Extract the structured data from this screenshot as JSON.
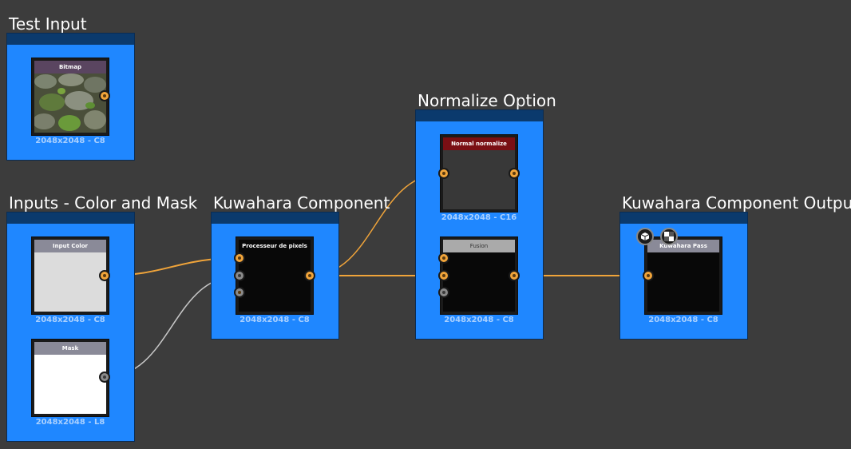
{
  "colors": {
    "background": "#3c3c3c",
    "frame": "#1f87ff",
    "frame_header": "#0b3a6d",
    "wire_color": "#f0a43a",
    "wire_gray": "#c8c8c8"
  },
  "frames": {
    "test_input": {
      "title": "Test Input"
    },
    "inputs": {
      "title": "Inputs - Color and Mask"
    },
    "kuwahara": {
      "title": "Kuwahara Component"
    },
    "normalize": {
      "title": "Normalize Option"
    },
    "output": {
      "title": "Kuwahara Component Output"
    }
  },
  "nodes": {
    "bitmap": {
      "title": "Bitmap",
      "info": "2048x2048 - C8"
    },
    "input_color": {
      "title": "Input Color",
      "info": "2048x2048 - C8"
    },
    "mask": {
      "title": "Mask",
      "info": "2048x2048 - L8"
    },
    "pixel_processor": {
      "title": "Processeur de pixels",
      "info": "2048x2048 - C8"
    },
    "normal_normalize": {
      "title": "Normal normalize",
      "info": "2048x2048 - C16"
    },
    "fusion": {
      "title": "Fusion",
      "info": "2048x2048 - C8"
    },
    "kuwahara_pass": {
      "title": "Kuwahara Pass",
      "info": "2048x2048 - C8"
    }
  },
  "icons": {
    "output_icon_1": "cube-icon",
    "output_icon_2": "checker-icon"
  }
}
